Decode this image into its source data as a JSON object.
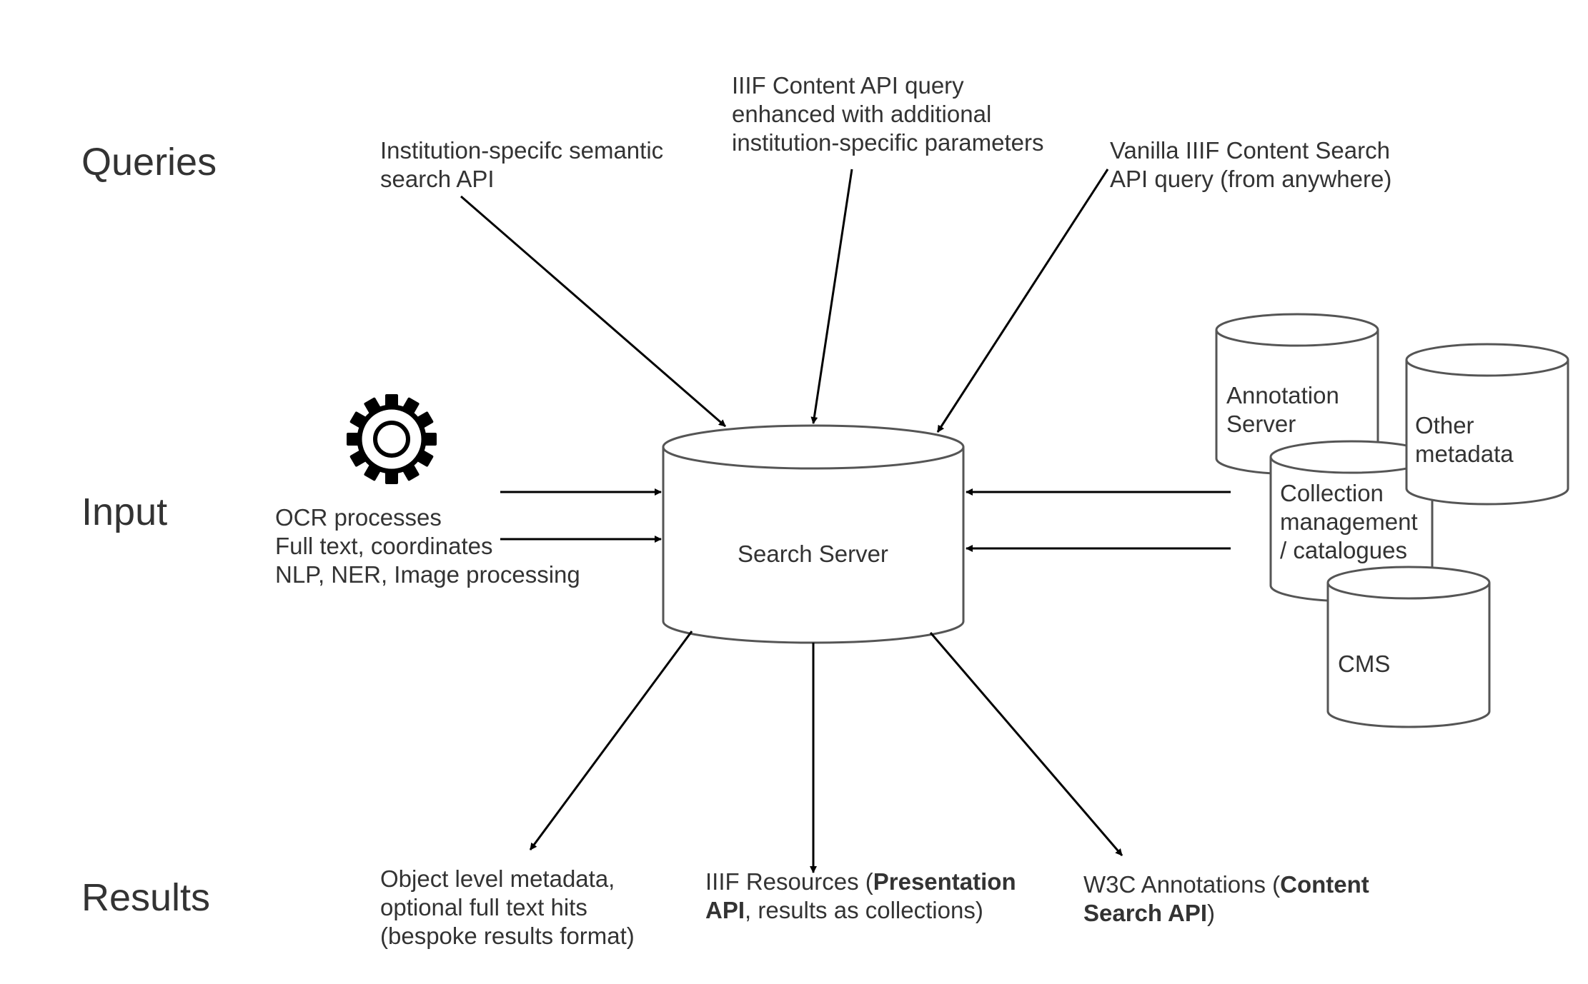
{
  "sections": {
    "queries": "Queries",
    "input": "Input",
    "results": "Results"
  },
  "queries": {
    "semantic": [
      "Institution-specifc semantic",
      "search API"
    ],
    "enhanced": [
      "IIIF Content API query",
      "enhanced with additional",
      "institution-specific parameters"
    ],
    "vanilla": [
      "Vanilla IIIF Content Search",
      "API query (from anywhere)"
    ]
  },
  "input": {
    "process_icon": "gear-icon",
    "ocr": [
      "OCR processes",
      "Full text, coordinates",
      "NLP, NER, Image processing"
    ]
  },
  "search_server": {
    "label": "Search Server"
  },
  "sources": {
    "annotation_server": [
      "Annotation",
      "Server"
    ],
    "other_metadata": [
      "Other",
      "metadata"
    ],
    "collection_management": [
      "Collection",
      "management",
      "/ catalogues"
    ],
    "cms": "CMS"
  },
  "results": {
    "object_metadata": [
      "Object level metadata,",
      "optional full text hits",
      "(bespoke results format)"
    ],
    "iiif_resources": {
      "pre": "IIIF Resources (",
      "bold1": "Presentation",
      "bold2": "API",
      "post": ", results as collections)"
    },
    "w3c_annotations": {
      "pre": "W3C Annotations (",
      "bold1": "Content",
      "bold2": "Search API",
      "post": ")"
    }
  }
}
